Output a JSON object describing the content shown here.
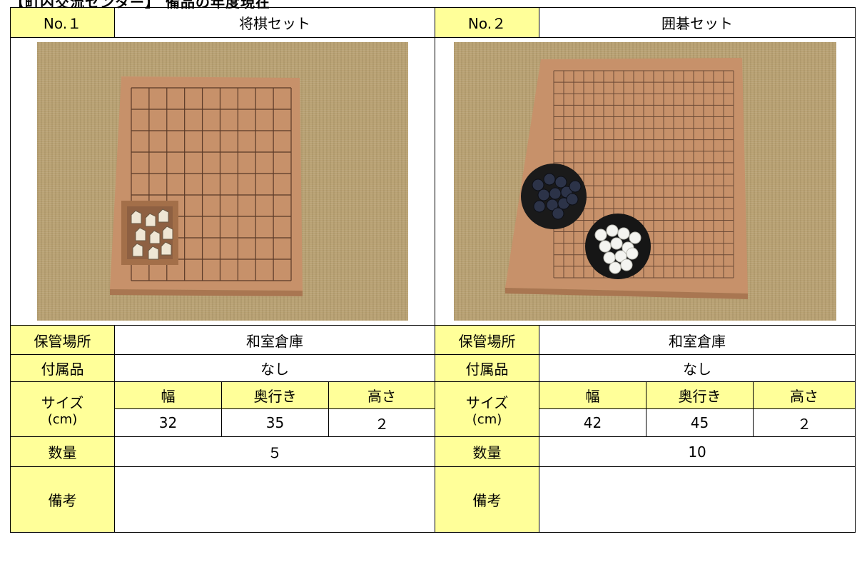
{
  "header": {
    "title": "【町内交流センター】 備品の年度現在"
  },
  "items": [
    {
      "no": "No.１",
      "name": "将棋セット",
      "photo_alt": "将棋盤と駒箱",
      "storage_label": "保管場所",
      "storage": "和室倉庫",
      "accessories_label": "付属品",
      "accessories": "なし",
      "size_label": "サイズ",
      "size_unit": "(cm)",
      "width_label": "幅",
      "depth_label": "奥行き",
      "height_label": "高さ",
      "width": "32",
      "depth": "35",
      "height": "２",
      "qty_label": "数量",
      "qty": "５",
      "notes_label": "備考",
      "notes": ""
    },
    {
      "no": "No.２",
      "name": "囲碁セット",
      "photo_alt": "碁盤と碁笥",
      "storage_label": "保管場所",
      "storage": "和室倉庫",
      "accessories_label": "付属品",
      "accessories": "なし",
      "size_label": "サイズ",
      "size_unit": "(cm)",
      "width_label": "幅",
      "depth_label": "奥行き",
      "height_label": "高さ",
      "width": "42",
      "depth": "45",
      "height": "２",
      "qty_label": "数量",
      "qty": "10",
      "notes_label": "備考",
      "notes": ""
    }
  ],
  "colors": {
    "label_fill": "#ffff99",
    "tatami": "#b9a274",
    "board": "#c7916a",
    "line": "#5a3a28"
  }
}
